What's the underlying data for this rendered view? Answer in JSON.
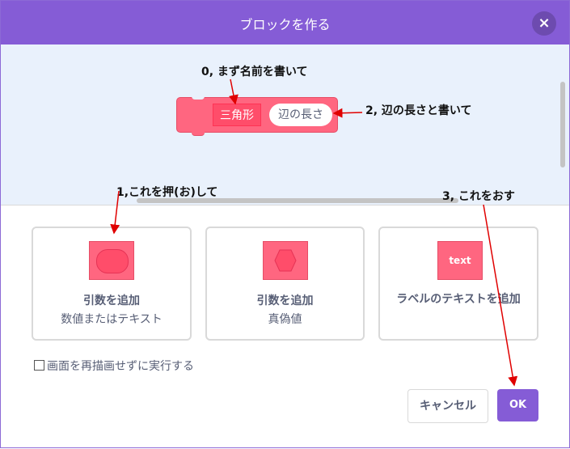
{
  "dialog": {
    "title": "ブロックを作る",
    "close_label": "×"
  },
  "block_preview": {
    "label": "三角形",
    "input_placeholder": "辺の長さ"
  },
  "options": [
    {
      "title": "引数を追加",
      "subtitle": "数値またはテキスト",
      "icon": "oval-input-icon"
    },
    {
      "title": "引数を追加",
      "subtitle": "真偽値",
      "icon": "hexagon-boolean-icon"
    },
    {
      "title": "ラベルのテキストを追加",
      "icon_text": "text",
      "icon": "text-label-icon"
    }
  ],
  "checkbox": {
    "label": "画面を再描画せずに実行する",
    "checked": false
  },
  "buttons": {
    "cancel": "キャンセル",
    "ok": "OK"
  },
  "annotations": {
    "step0": "0, まず名前を書いて",
    "step1": "1,これを押(お)して",
    "step2": "2, 辺の長さと書いて",
    "step3": "3, これをおす"
  },
  "colors": {
    "header": "#855cd6",
    "block": "#ff6680",
    "ok_button": "#855cd6",
    "arrow": "#e00000"
  }
}
